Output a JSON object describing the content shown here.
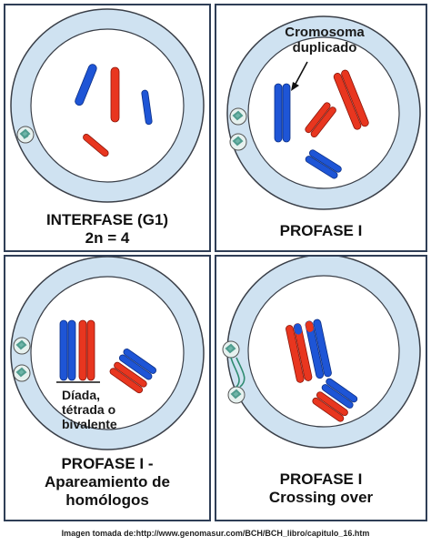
{
  "panels": [
    {
      "id": "interfase",
      "title_line1": "INTERFASE (G1)",
      "title_line2": "2n = 4"
    },
    {
      "id": "profase1",
      "title_line1": "PROFASE I",
      "annotation_line1": "Cromosoma",
      "annotation_line2": "duplicado"
    },
    {
      "id": "profase1-apareamiento",
      "title_line1": "PROFASE I -",
      "title_line2": "Apareamiento de",
      "title_line3": "homólogos",
      "annotation_line1": "Díada,",
      "annotation_line2": "tétrada o",
      "annotation_line3": "bivalente"
    },
    {
      "id": "profase1-crossing",
      "title_line1": "PROFASE I",
      "title_line2": "Crossing over"
    }
  ],
  "footer": {
    "text": "Imagen tomada de:http://www.genomasur.com/BCH/BCH_libro/capitulo_16.htm"
  },
  "colors": {
    "border": "#2f3e56",
    "cell_ring": "#cfe2f1",
    "cell_outline": "#3a3f48",
    "blue_chromosome": "#1e55d6",
    "red_chromosome": "#e8361f",
    "centriole": "#6fb5a8"
  }
}
